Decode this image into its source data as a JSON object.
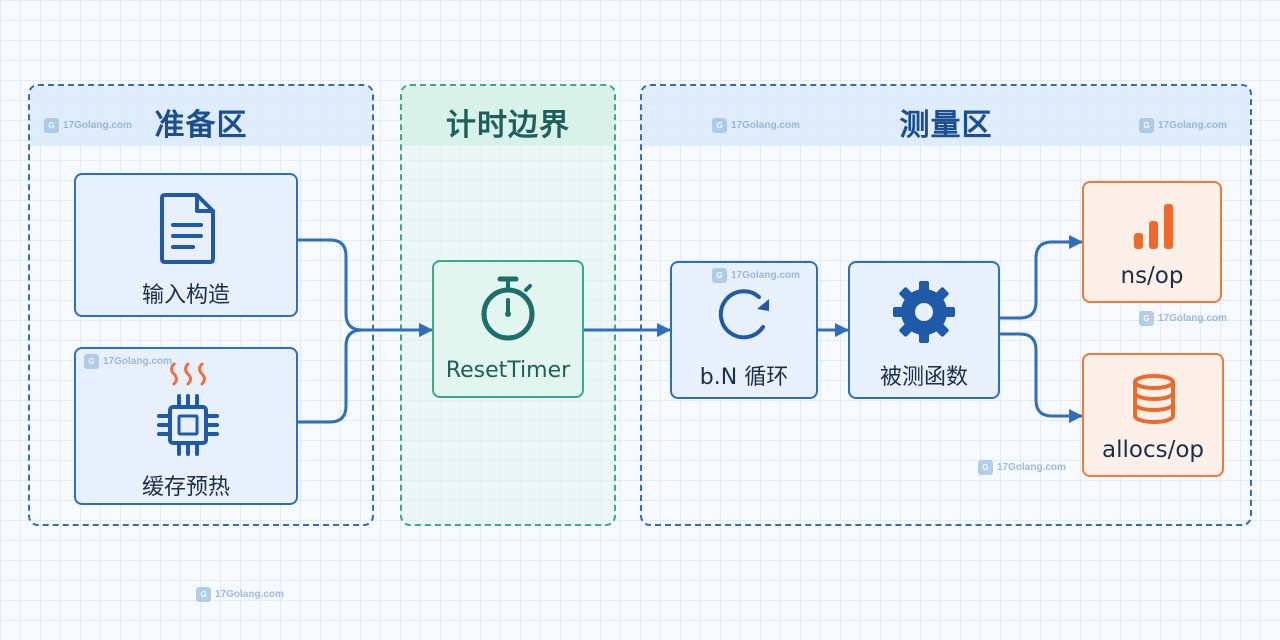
{
  "zones": {
    "prep": {
      "title": "准备区"
    },
    "timer": {
      "title": "计时边界"
    },
    "measure": {
      "title": "测量区"
    }
  },
  "nodes": {
    "input": {
      "label": "输入构造",
      "icon": "document-icon"
    },
    "cache": {
      "label": "缓存预热",
      "icon": "hot-chip-icon"
    },
    "reset": {
      "label": "ResetTimer",
      "icon": "stopwatch-icon"
    },
    "loop": {
      "label": "b.N 循环",
      "icon": "loop-arrow-icon"
    },
    "func": {
      "label": "被测函数",
      "icon": "gear-icon"
    },
    "nsop": {
      "label": "ns/op",
      "icon": "bar-chart-icon"
    },
    "allocs": {
      "label": "allocs/op",
      "icon": "database-icon"
    }
  },
  "watermark": {
    "text": "17Golang.com"
  },
  "colors": {
    "blue": "#2f6fba",
    "green": "#1d6f6a",
    "orange": "#ee7a3c",
    "heat": "#f0703a"
  }
}
